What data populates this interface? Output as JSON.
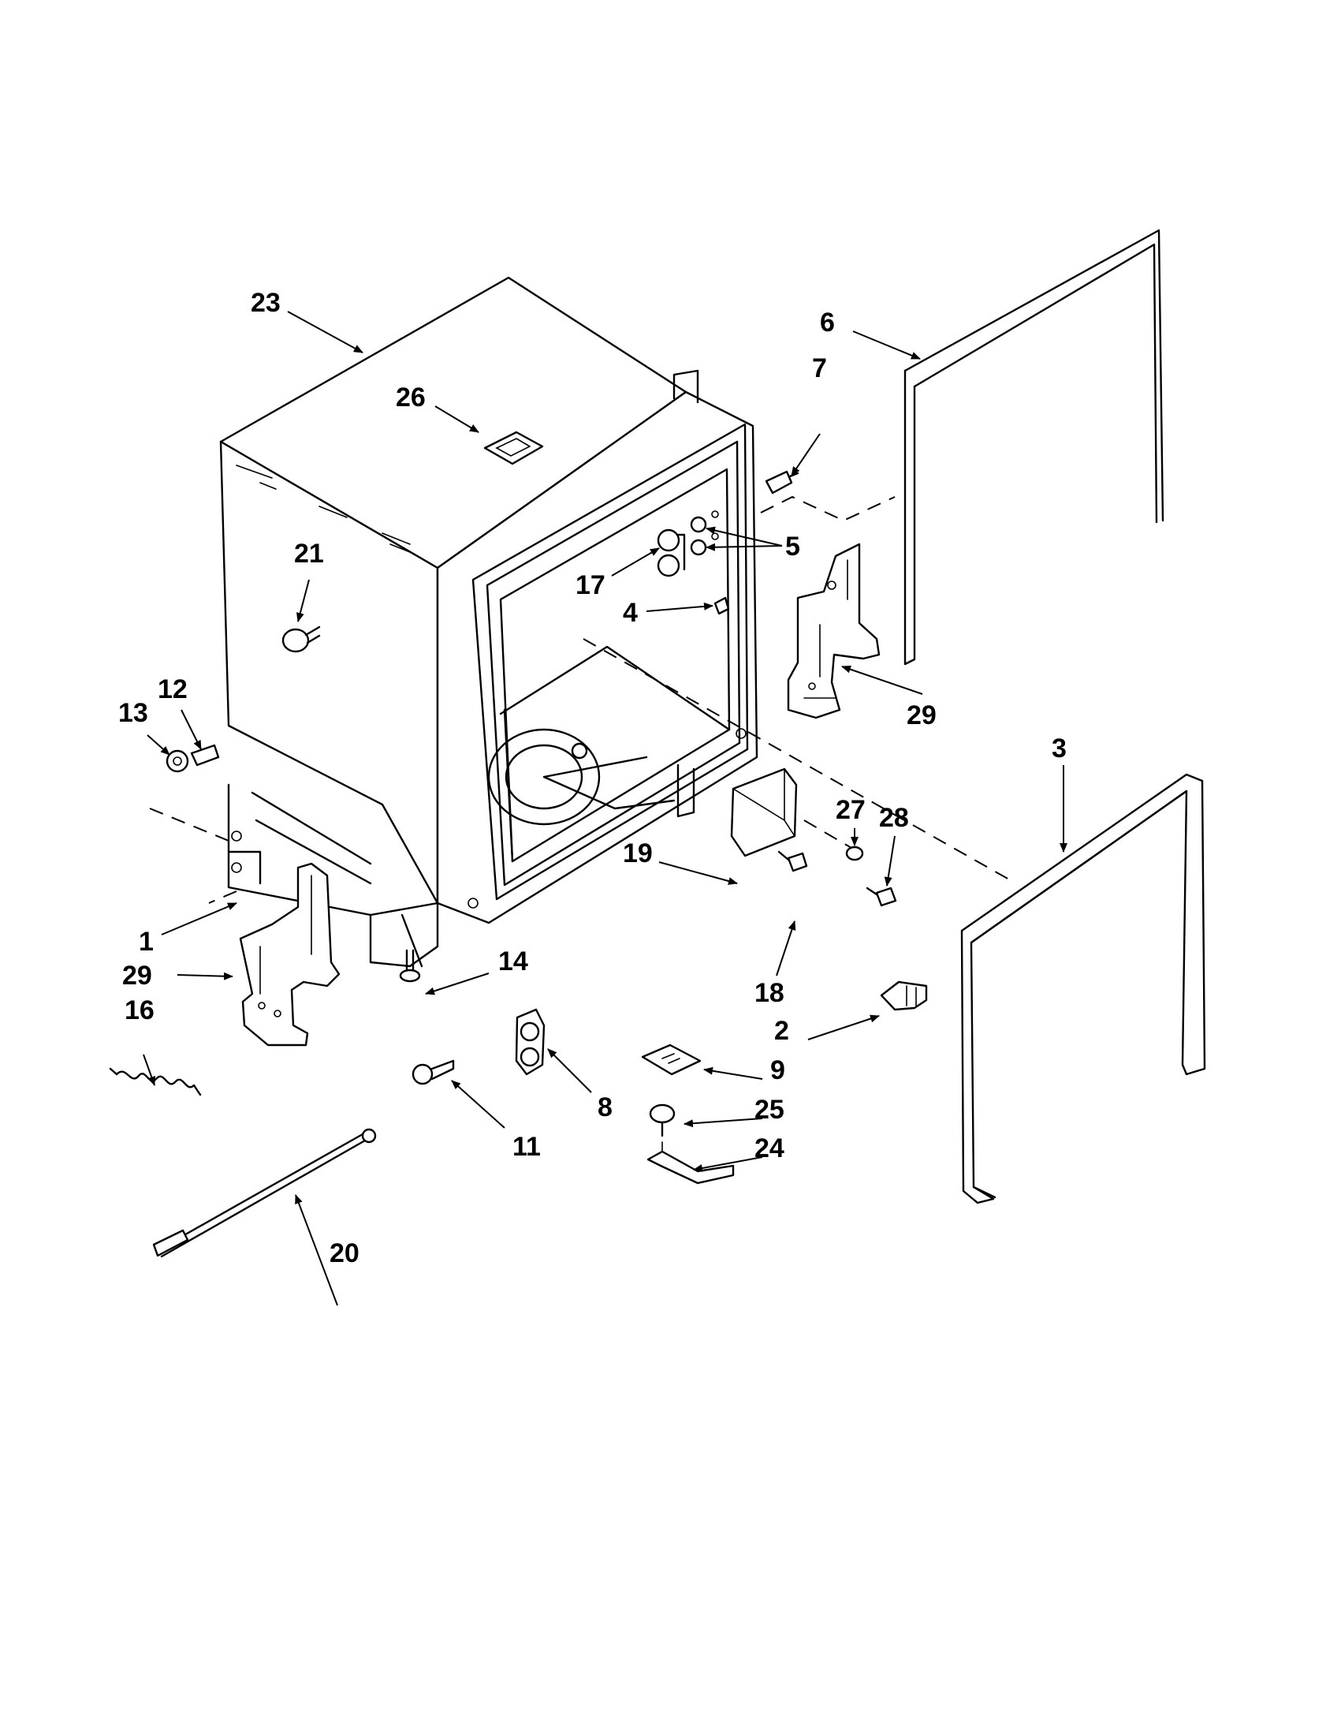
{
  "callouts": {
    "c1": "1",
    "c2": "2",
    "c3": "3",
    "c4": "4",
    "c5": "5",
    "c6": "6",
    "c7": "7",
    "c8": "8",
    "c9": "9",
    "c11": "11",
    "c12": "12",
    "c13": "13",
    "c14": "14",
    "c16": "16",
    "c17": "17",
    "c18": "18",
    "c19": "19",
    "c20": "20",
    "c21": "21",
    "c23": "23",
    "c24": "24",
    "c25": "25",
    "c26": "26",
    "c27": "27",
    "c28": "28",
    "c29a": "29",
    "c29b": "29"
  }
}
